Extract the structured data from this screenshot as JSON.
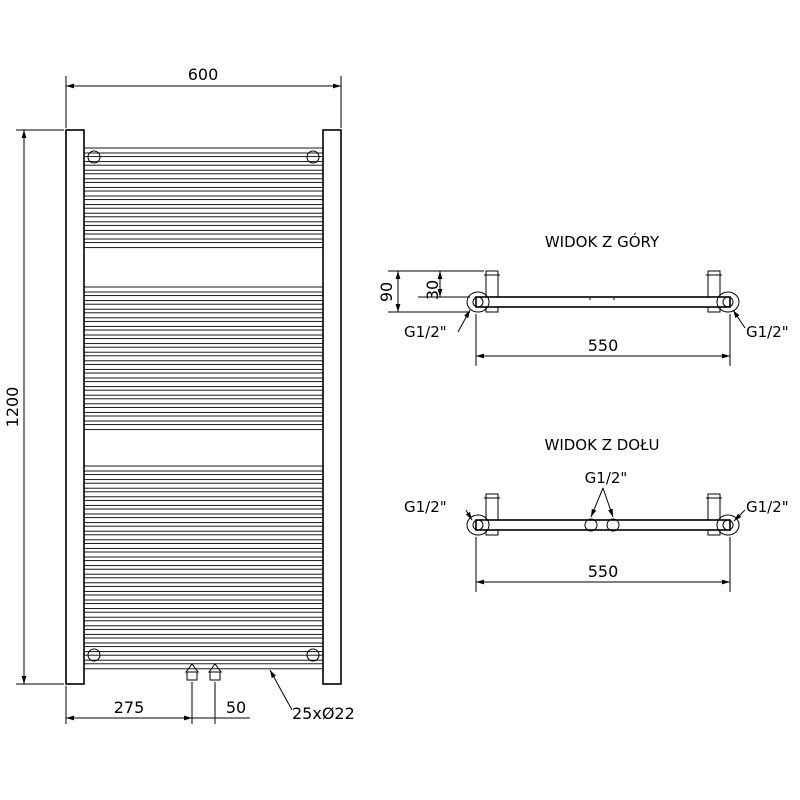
{
  "front_view": {
    "width_dim": "600",
    "height_dim": "1200",
    "left_offset_dim": "275",
    "spacing_dim": "50",
    "tube_dim": "25xØ22"
  },
  "top_view": {
    "title": "WIDOK Z GÓRY",
    "depth_dim": "90",
    "offset_dim": "30",
    "left_conn": "G1/2\"",
    "right_conn": "G1/2\"",
    "span_dim": "550"
  },
  "bottom_view": {
    "title": "WIDOK Z DOŁU",
    "center_conn": "G1/2\"",
    "left_conn": "G1/2\"",
    "right_conn": "G1/2\"",
    "span_dim": "550"
  }
}
